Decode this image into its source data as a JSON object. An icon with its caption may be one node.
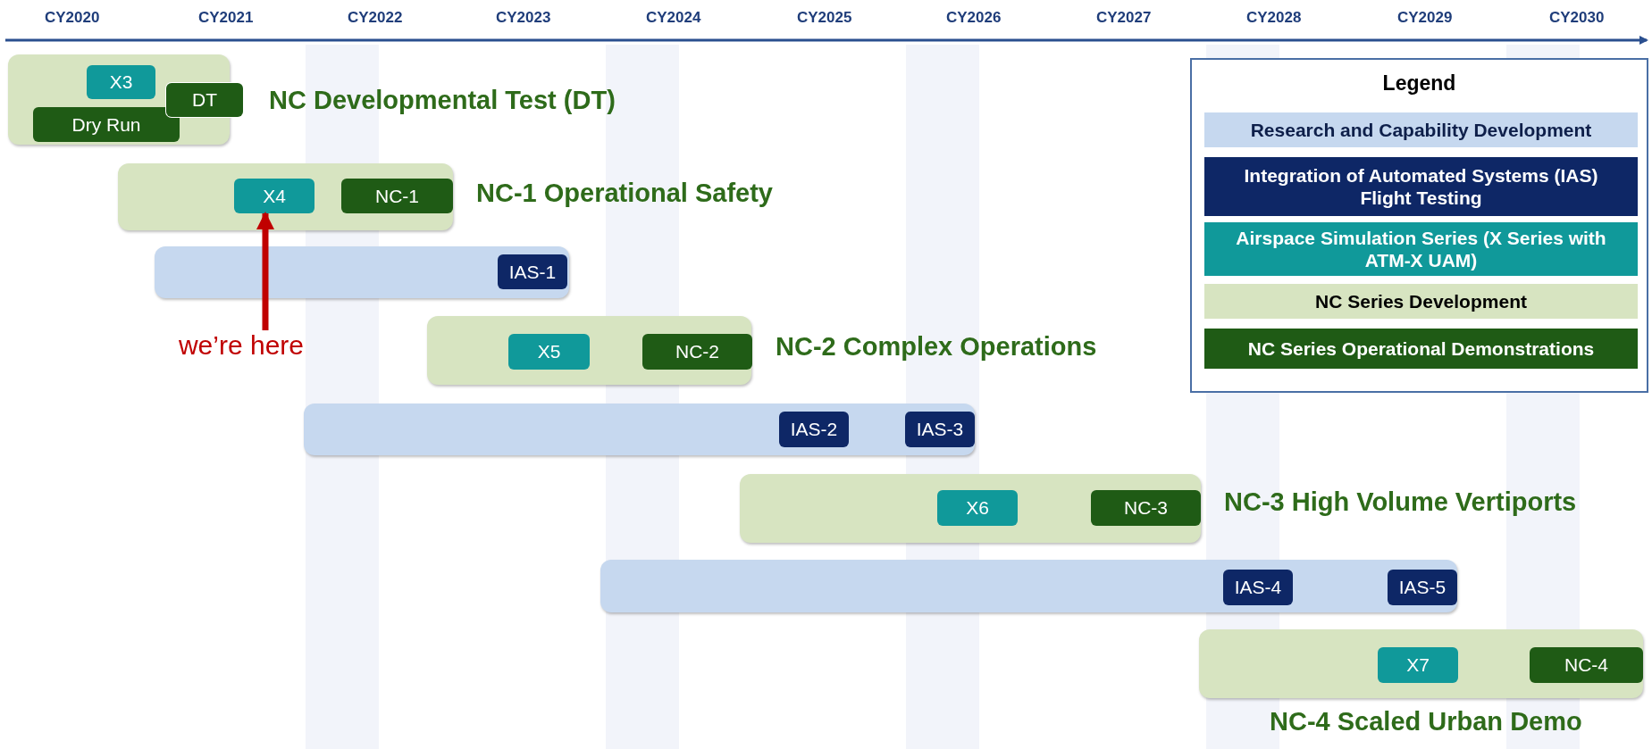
{
  "diagram": {
    "nodes": [
      {
        "text": [
          "NC Developmental Test (DT)"
        ]
      },
      {
        "text": [
          "X3"
        ],
        "in": 0
      },
      {
        "text": [
          "DT"
        ]
      },
      {
        "text": [
          "Dry Run"
        ],
        "in": 0
      },
      {
        "text": [
          "NC-1 Operational Safety"
        ]
      },
      {
        "text": [
          "X4"
        ],
        "in": 4
      },
      {
        "text": [
          "NC-1"
        ],
        "in": 4
      },
      {
        "text": [],
        "shape": "bar"
      },
      {
        "text": [
          "IAS-1"
        ],
        "in": 7
      },
      {
        "text": [
          "we’re here"
        ]
      },
      {
        "text": [
          "NC-2 Complex Operations"
        ]
      },
      {
        "text": [
          "X5"
        ],
        "in": 10
      },
      {
        "text": [
          "NC-2"
        ],
        "in": 10
      },
      {
        "text": [],
        "shape": "bar"
      },
      {
        "text": [
          "IAS-2"
        ],
        "in": 13
      },
      {
        "text": [
          "IAS-3"
        ],
        "in": 13
      },
      {
        "text": [
          "NC-3 High Volume Vertiports"
        ]
      },
      {
        "text": [
          "X6"
        ],
        "in": 16
      },
      {
        "text": [
          "NC-3"
        ],
        "in": 16
      },
      {
        "text": [],
        "shape": "bar"
      },
      {
        "text": [
          "IAS-4"
        ],
        "in": 19
      },
      {
        "text": [
          "IAS-5"
        ],
        "in": 19
      },
      {
        "text": [
          "NC-4 Scaled Urban Demo"
        ]
      },
      {
        "text": [
          "X7"
        ],
        "in": 22
      },
      {
        "text": [
          "NC-4"
        ],
        "in": 22
      }
    ],
    "edges": [
      {
        "from": 9,
        "to": 5,
        "arrow": "to",
        "color": "#c00000"
      }
    ],
    "labels": [
      "CY2020",
      "CY2021",
      "CY2022",
      "CY2023",
      "CY2024",
      "CY2025",
      "CY2026",
      "CY2027",
      "CY2028",
      "CY2029",
      "CY2030",
      "Legend"
    ],
    "legend": [
      {
        "text": "Research and Capability Development",
        "color": "#c6d8ef"
      },
      {
        "text": "Integration of Automated Systems (IAS) Flight Testing",
        "color": "#0e2766"
      },
      {
        "text": "Airspace Simulation Series (X Series with ATM-X UAM)",
        "color": "#10999a"
      },
      {
        "text": "NC Series Development",
        "color": "#d7e4c1"
      },
      {
        "text": "NC Series Operational Demonstrations",
        "color": "#1f5b15"
      }
    ]
  }
}
